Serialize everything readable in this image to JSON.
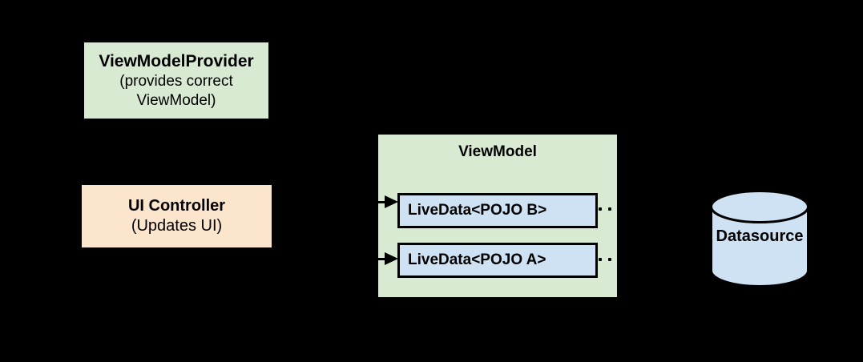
{
  "diagram": {
    "background": "#000000",
    "viewmodelprovider": {
      "title": "ViewModelProvider",
      "subtitle": "(provides correct ViewModel)",
      "fill": "#D9EAD3"
    },
    "ui_controller": {
      "title": "UI Controller",
      "subtitle": "(Updates UI)",
      "fill": "#FCE5CD"
    },
    "viewmodel": {
      "title": "ViewModel",
      "fill": "#D9EAD3",
      "livedata": [
        {
          "label": "LiveData<POJO B>",
          "fill": "#CFE2F3"
        },
        {
          "label": "LiveData<POJO A>",
          "fill": "#CFE2F3"
        }
      ]
    },
    "datasource": {
      "label": "Datasource",
      "fill": "#CFE2F3"
    },
    "connector_color": "#000000"
  }
}
